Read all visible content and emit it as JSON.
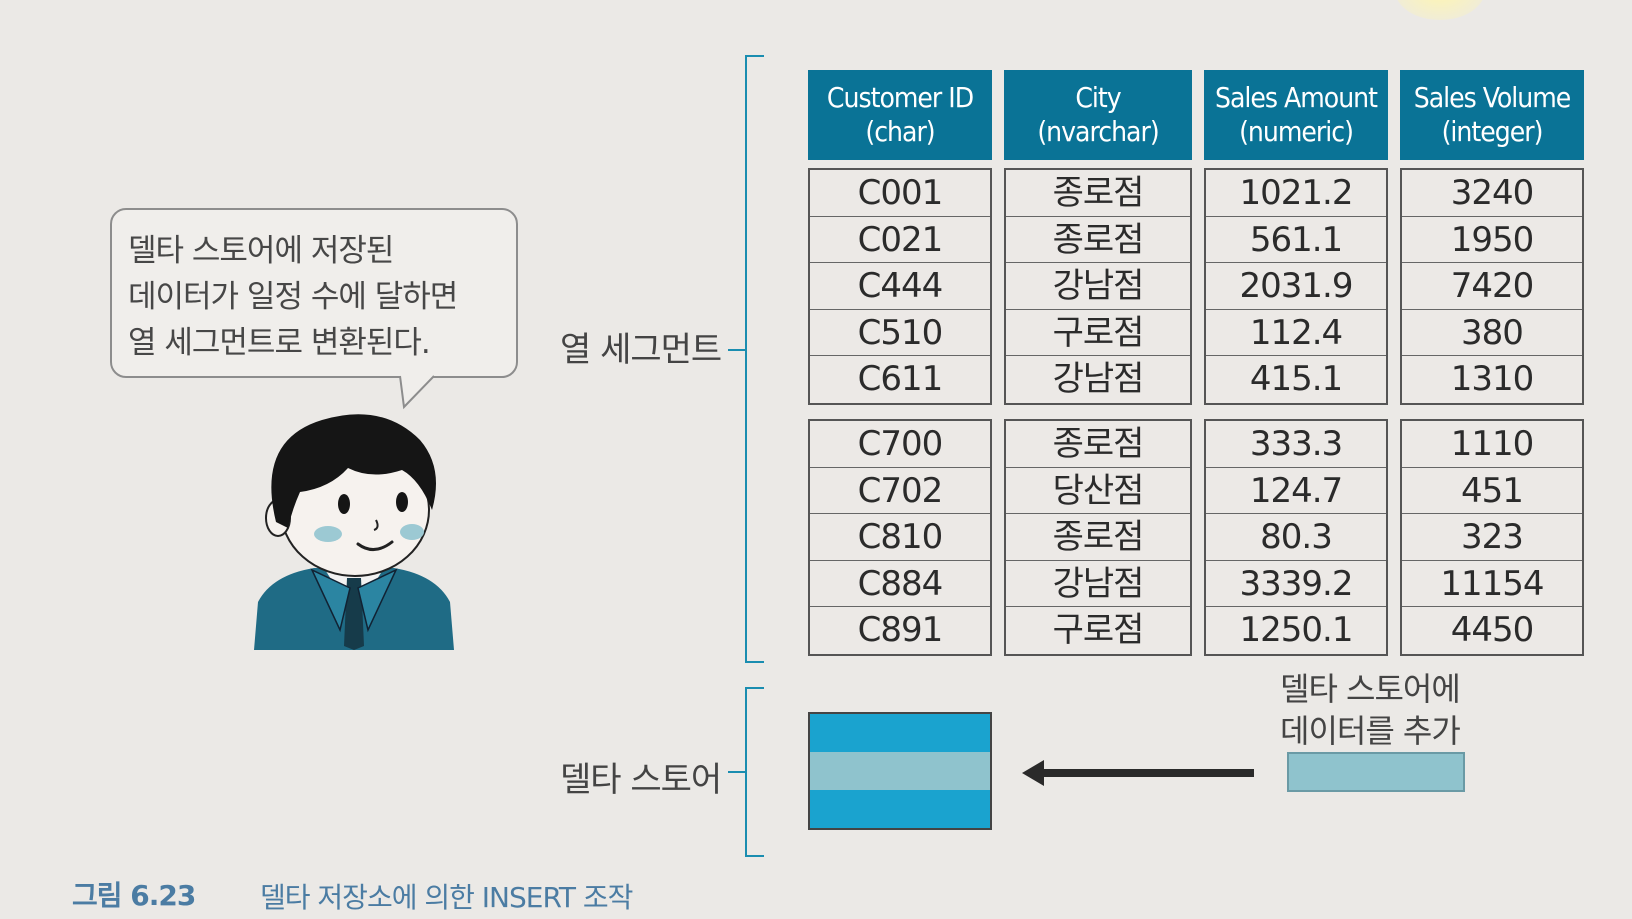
{
  "bubble": {
    "lines": [
      "델타 스토어에 저장된",
      "데이터가 일정 수에 달하면",
      "열 세그먼트로 변환된다."
    ]
  },
  "labels": {
    "column_segment": "열 세그먼트",
    "delta_store": "델타 스토어",
    "add_to_delta": [
      "델타 스토어에",
      "데이터를 추가"
    ]
  },
  "table": {
    "columns": [
      {
        "name": "Customer ID",
        "type": "(char)"
      },
      {
        "name": "City",
        "type": "(nvarchar)"
      },
      {
        "name": "Sales Amount",
        "type": "(numeric)"
      },
      {
        "name": "Sales Volume",
        "type": "(integer)"
      }
    ],
    "segment1": [
      [
        "C001",
        "종로점",
        "1021.2",
        "3240"
      ],
      [
        "C021",
        "종로점",
        "561.1",
        "1950"
      ],
      [
        "C444",
        "강남점",
        "2031.9",
        "7420"
      ],
      [
        "C510",
        "구로점",
        "112.4",
        "380"
      ],
      [
        "C611",
        "강남점",
        "415.1",
        "1310"
      ]
    ],
    "segment2": [
      [
        "C700",
        "종로점",
        "333.3",
        "1110"
      ],
      [
        "C702",
        "당산점",
        "124.7",
        "451"
      ],
      [
        "C810",
        "종로점",
        "80.3",
        "323"
      ],
      [
        "C884",
        "강남점",
        "3339.2",
        "11154"
      ],
      [
        "C891",
        "구로점",
        "1250.1",
        "4450"
      ]
    ]
  },
  "caption": {
    "number": "그림 6.23",
    "text": "델타 저장소에 의한 INSERT 조작"
  },
  "colors": {
    "header": "#0a7396",
    "delta_dark": "#1aa3cf",
    "delta_light": "#8fc3cd",
    "caption": "#4b7ca3"
  }
}
